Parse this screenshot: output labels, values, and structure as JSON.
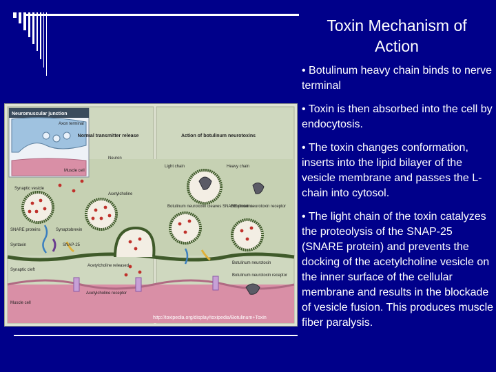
{
  "slide": {
    "title": "Toxin Mechanism of Action",
    "bullets": [
      "• Botulinum heavy chain binds to nerve terminal",
      "• Toxin is then absorbed into the cell by endocytosis.",
      "• The toxin changes conformation, inserts into the lipid bilayer of the vesicle membrane and passes the L-chain into cytosol.",
      "• The light chain of the toxin catalyzes the proteolysis of the SNAP-25 (SNARE protein) and prevents the docking of the acetylcholine vesicle on the inner surface of the cellular membrane and results in the blockade of vesicle fusion.  This produces muscle fiber paralysis."
    ],
    "credit": "http://toxipedia.org/display/toxipedia/Botulinum+Toxin"
  },
  "figure": {
    "inset_title": "Neuromuscular junction",
    "inset_labels": {
      "axon_terminal": "Axon terminal",
      "muscle_cell": "Muscle cell"
    },
    "left_panel_title": "Normal transmitter release",
    "right_panel_title": "Action of botulinum neurotoxins",
    "labels": {
      "neuron": "Neuron",
      "synaptic_vesicle": "Synaptic vesicle",
      "acetylcholine": "Acetylcholine",
      "snare_proteins": "SNARE proteins",
      "synaptobrevin": "Synaptobrevin",
      "syntaxin": "Syntaxin",
      "snap25": "SNAP-25",
      "synaptic_cleft": "Synaptic cleft",
      "acetylcholine_released": "Acetylcholine released",
      "acetylcholine_receptor": "Acetylcholine receptor",
      "muscle_cell_bottom": "Muscle cell",
      "light_chain": "Light chain",
      "heavy_chain": "Heavy chain",
      "botulinum_cleaves": "Botulinum neurotoxin cleaves SNARE proteins",
      "botulinum_receptor_top": "Botulinum neurotoxin receptor",
      "botulinum_neurotoxin": "Botulinum neurotoxin",
      "botulinum_receptor_bottom": "Botulinum neurotoxin receptor"
    }
  },
  "colors": {
    "background": "#00008a",
    "text": "#ffffff",
    "vesicle_membrane": "#3f5a2a",
    "acetylcholine_dot": "#c0312b",
    "muscle": "#d98fa6",
    "neuron_cytoplasm": "#c6d1b3"
  }
}
